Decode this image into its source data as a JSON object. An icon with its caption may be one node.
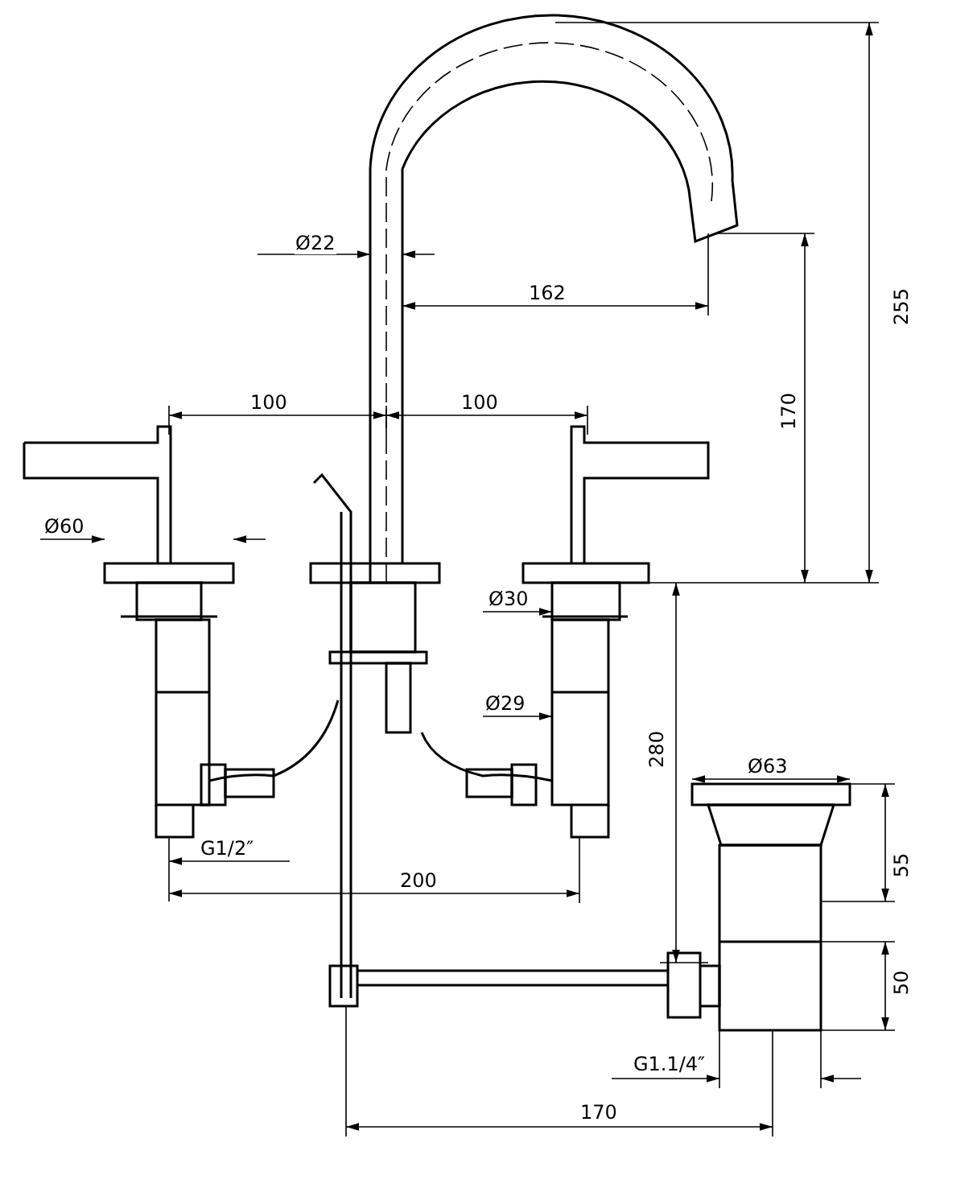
{
  "diagram": {
    "labels": [
      "Ø22",
      "162",
      "255",
      "100",
      "100",
      "170",
      "Ø60",
      "Ø30",
      "Ø29",
      "280",
      "Ø63",
      "55",
      "G1/2″",
      "200",
      "50",
      "G1.1/4″",
      "170"
    ]
  }
}
